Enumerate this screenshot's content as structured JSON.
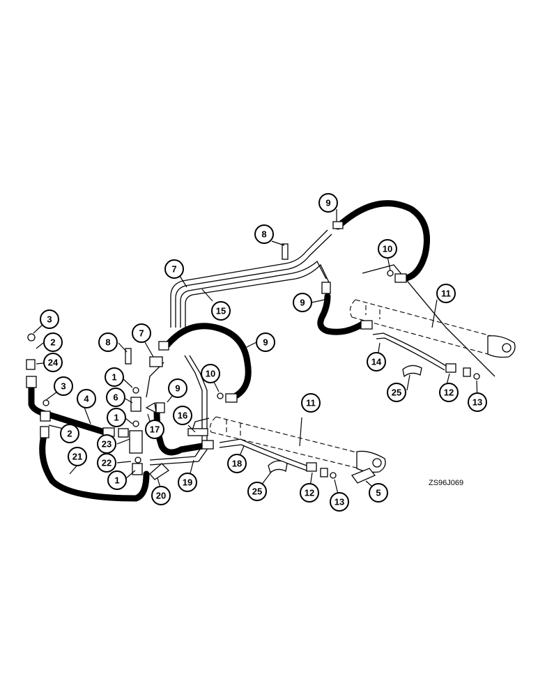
{
  "reference_code": "ZS96J069",
  "callouts": [
    {
      "id": "c9a",
      "label": "9"
    },
    {
      "id": "c8a",
      "label": "8"
    },
    {
      "id": "c10a",
      "label": "10"
    },
    {
      "id": "c7a",
      "label": "7"
    },
    {
      "id": "c9b",
      "label": "9"
    },
    {
      "id": "c11a",
      "label": "11"
    },
    {
      "id": "c15",
      "label": "15"
    },
    {
      "id": "c3a",
      "label": "3"
    },
    {
      "id": "c2a",
      "label": "2"
    },
    {
      "id": "c8b",
      "label": "8"
    },
    {
      "id": "c7b",
      "label": "7"
    },
    {
      "id": "c9c",
      "label": "9"
    },
    {
      "id": "c24",
      "label": "24"
    },
    {
      "id": "c14",
      "label": "14"
    },
    {
      "id": "c1a",
      "label": "1"
    },
    {
      "id": "c10b",
      "label": "10"
    },
    {
      "id": "c9d",
      "label": "9"
    },
    {
      "id": "c25a",
      "label": "25"
    },
    {
      "id": "c12a",
      "label": "12"
    },
    {
      "id": "c13a",
      "label": "13"
    },
    {
      "id": "c3b",
      "label": "3"
    },
    {
      "id": "c6",
      "label": "6"
    },
    {
      "id": "c4",
      "label": "4"
    },
    {
      "id": "c11b",
      "label": "11"
    },
    {
      "id": "c1b",
      "label": "1"
    },
    {
      "id": "c17",
      "label": "17"
    },
    {
      "id": "c16",
      "label": "16"
    },
    {
      "id": "c2b",
      "label": "2"
    },
    {
      "id": "c23",
      "label": "23"
    },
    {
      "id": "c21",
      "label": "21"
    },
    {
      "id": "c22",
      "label": "22"
    },
    {
      "id": "c18",
      "label": "18"
    },
    {
      "id": "c1c",
      "label": "1"
    },
    {
      "id": "c19",
      "label": "19"
    },
    {
      "id": "c20",
      "label": "20"
    },
    {
      "id": "c25b",
      "label": "25"
    },
    {
      "id": "c12b",
      "label": "12"
    },
    {
      "id": "c13b",
      "label": "13"
    },
    {
      "id": "c5",
      "label": "5"
    }
  ]
}
